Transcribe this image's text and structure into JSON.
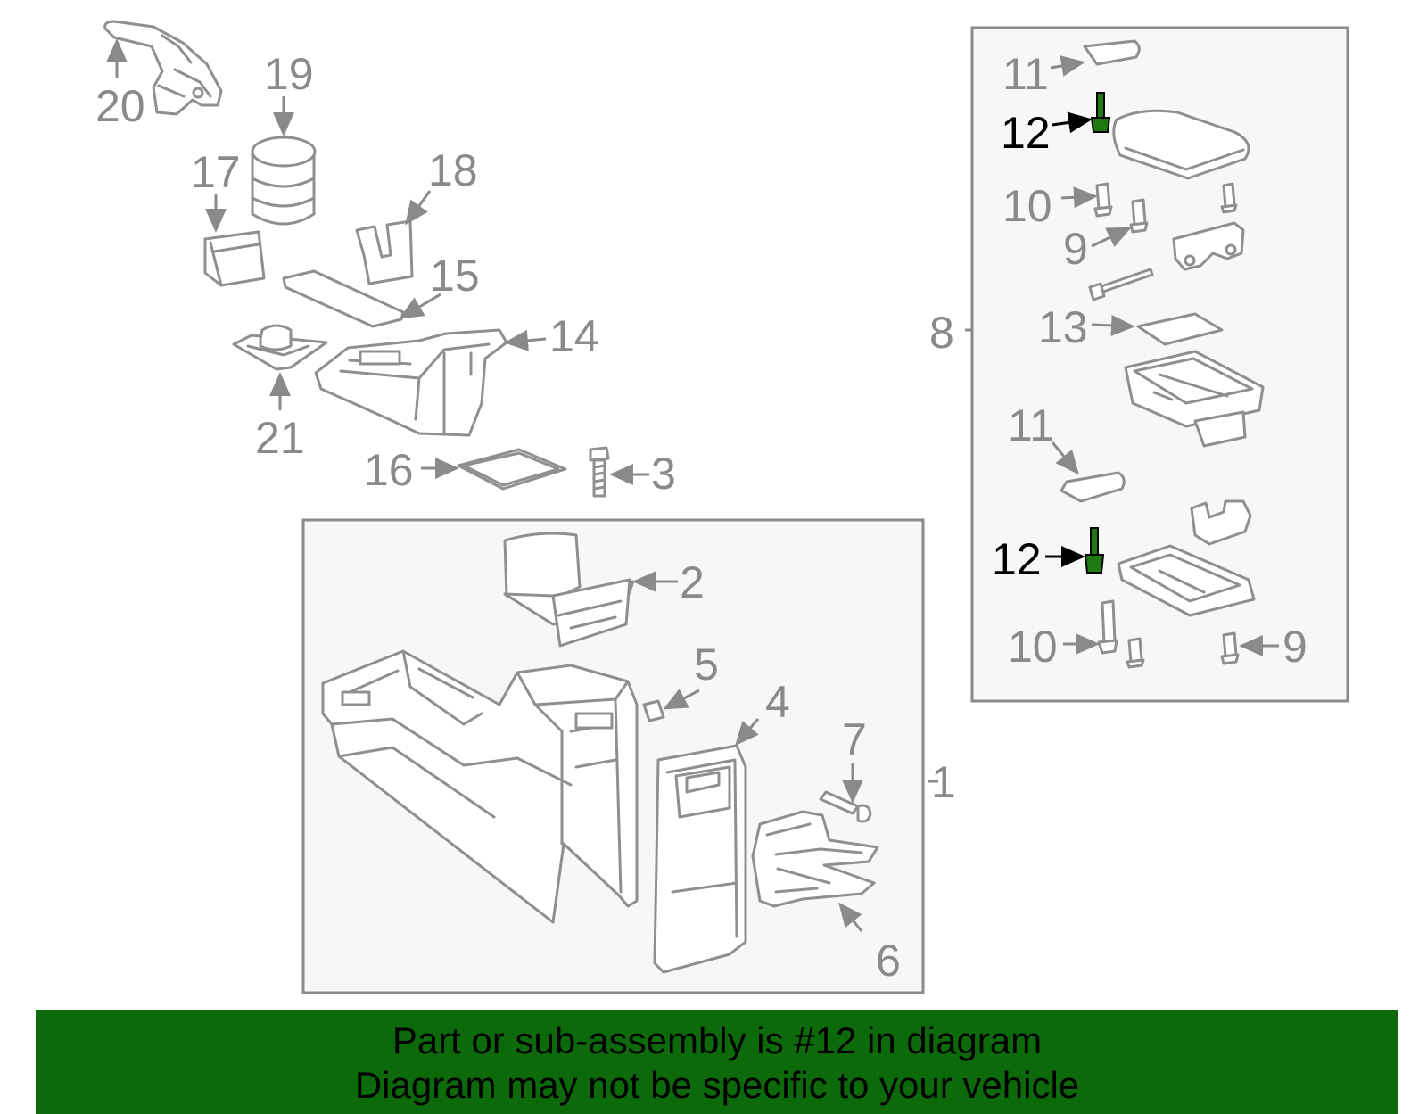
{
  "callouts": {
    "c1": "1",
    "c2": "2",
    "c3": "3",
    "c4": "4",
    "c5": "5",
    "c6": "6",
    "c7": "7",
    "c8": "8",
    "c9a": "9",
    "c9b": "9",
    "c10a": "10",
    "c10b": "10",
    "c11a": "11",
    "c11b": "11",
    "c12a": "12",
    "c12b": "12",
    "c13": "13",
    "c14": "14",
    "c15": "15",
    "c16": "16",
    "c17": "17",
    "c18": "18",
    "c19": "19",
    "c20": "20",
    "c21": "21"
  },
  "highlight": {
    "part_number": "12",
    "color": "#1f7a12"
  },
  "banner": {
    "line1": "Part or sub-assembly is #12 in diagram",
    "line2": "Diagram may not be specific to your vehicle",
    "background": "#0d6a0a"
  }
}
